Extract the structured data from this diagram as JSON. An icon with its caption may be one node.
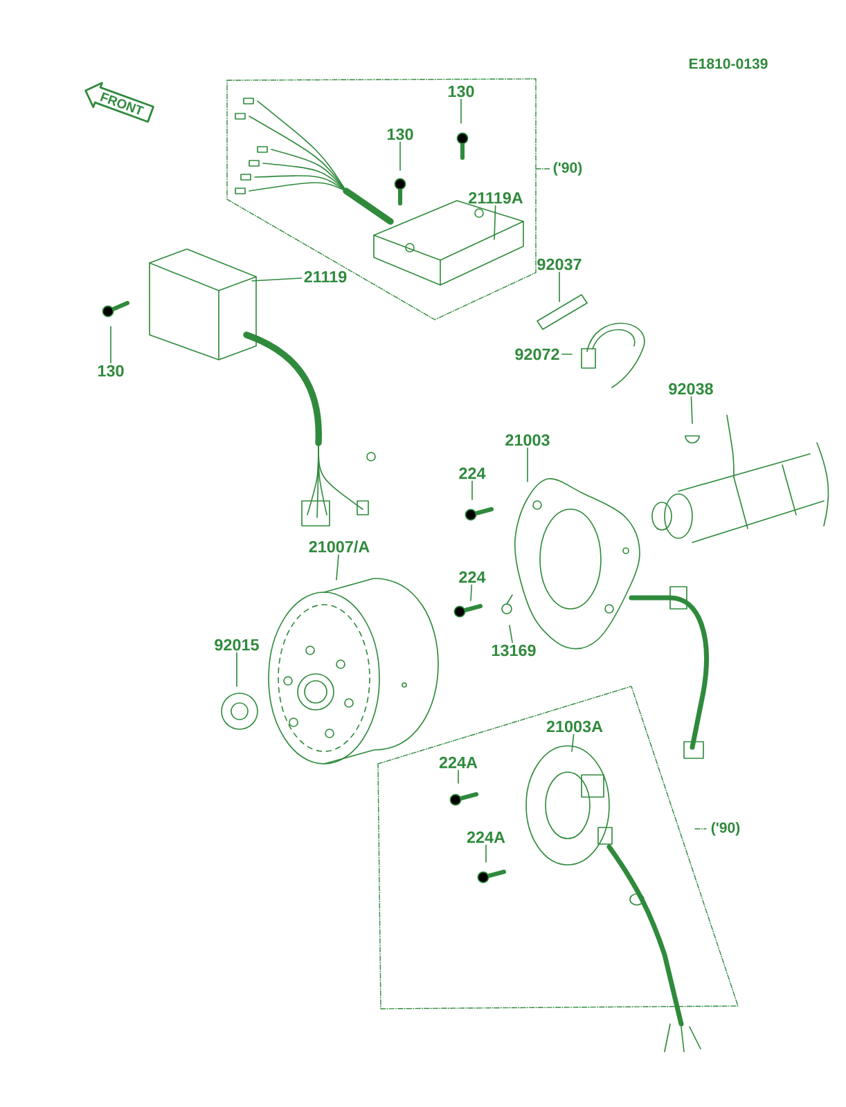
{
  "diagram": {
    "nodes": [
      {
        "text": [
          "130"
        ]
      },
      {
        "text": [
          "130"
        ]
      },
      {
        "text": [
          "21119A"
        ]
      },
      {
        "text": [
          "21119"
        ]
      },
      {
        "text": [
          "130"
        ]
      },
      {
        "text": [
          "92037"
        ]
      },
      {
        "text": [
          "92072"
        ]
      },
      {
        "text": [
          "92038"
        ]
      },
      {
        "text": [
          "21003"
        ]
      },
      {
        "text": [
          "224"
        ]
      },
      {
        "text": [
          "21007/A"
        ]
      },
      {
        "text": [
          "224"
        ]
      },
      {
        "text": [
          "13169"
        ]
      },
      {
        "text": [
          "92015"
        ]
      },
      {
        "text": [
          "21003A"
        ]
      },
      {
        "text": [
          "224A"
        ]
      },
      {
        "text": [
          "224A"
        ]
      }
    ],
    "edges": [
      {
        "from": 0,
        "to": null,
        "arrow": "none"
      },
      {
        "from": 1,
        "to": null,
        "arrow": "none"
      },
      {
        "from": 2,
        "to": null,
        "arrow": "none"
      },
      {
        "from": 3,
        "to": null,
        "arrow": "none"
      },
      {
        "from": 4,
        "to": null,
        "arrow": "none"
      },
      {
        "from": 5,
        "to": null,
        "arrow": "none"
      },
      {
        "from": 6,
        "to": null,
        "arrow": "none"
      },
      {
        "from": 7,
        "to": null,
        "arrow": "none"
      },
      {
        "from": 8,
        "to": null,
        "arrow": "none"
      },
      {
        "from": 9,
        "to": null,
        "arrow": "none"
      },
      {
        "from": 10,
        "to": null,
        "arrow": "none"
      },
      {
        "from": 11,
        "to": null,
        "arrow": "none"
      },
      {
        "from": 12,
        "to": null,
        "arrow": "none"
      },
      {
        "from": 13,
        "to": null,
        "arrow": "none"
      },
      {
        "from": 14,
        "to": null,
        "arrow": "none"
      },
      {
        "from": 15,
        "to": null,
        "arrow": "none"
      },
      {
        "from": 16,
        "to": null,
        "arrow": "none"
      }
    ],
    "labels": [
      "E1810-0139",
      "FRONT",
      "('90)",
      "('90)"
    ]
  }
}
